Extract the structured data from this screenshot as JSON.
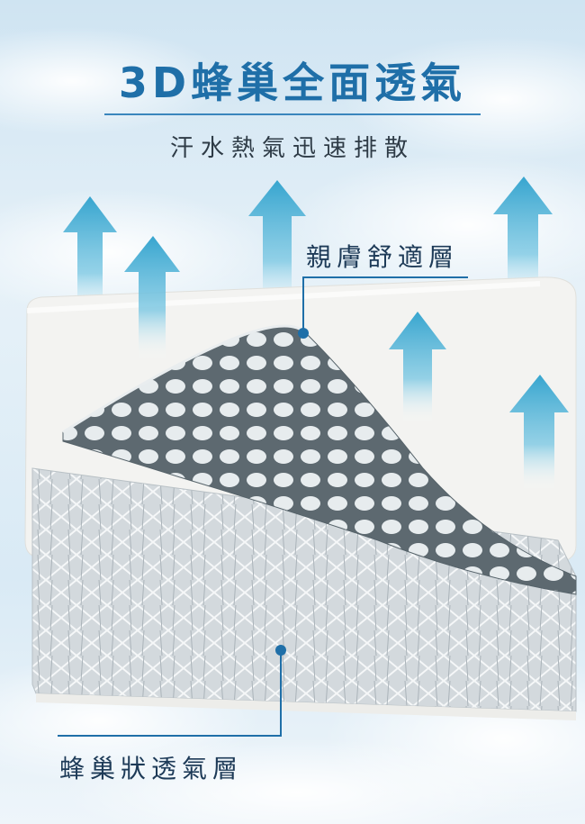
{
  "title": "3D蜂巢全面透氣",
  "subtitle": "汗水熱氣迅速排散",
  "labels": {
    "top_layer": "親膚舒適層",
    "bottom_layer": "蜂巢狀透氣層"
  },
  "colors": {
    "title": "#1f6fa8",
    "arrow": "#3aa7cf",
    "label": "#1d3a57",
    "leader": "#1f6fa8"
  },
  "icons": [
    "up-arrow-icon"
  ]
}
